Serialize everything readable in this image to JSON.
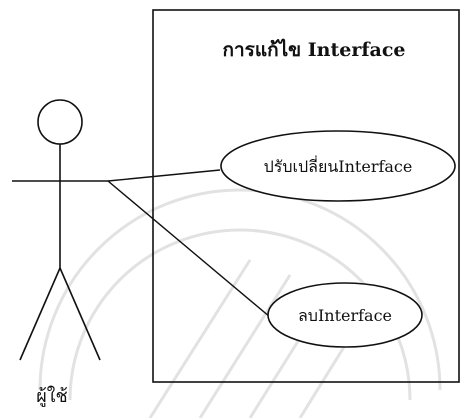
{
  "diagram": {
    "system_title": "การแก้ไข Interface",
    "actor_label": "ผู้ใช้",
    "use_cases": [
      {
        "label": "ปรับเปลี่ยนInterface"
      },
      {
        "label": "ลบInterface"
      }
    ],
    "colors": {
      "stroke": "#111111",
      "watermark": "#e2e2e2",
      "background": "#ffffff"
    }
  }
}
